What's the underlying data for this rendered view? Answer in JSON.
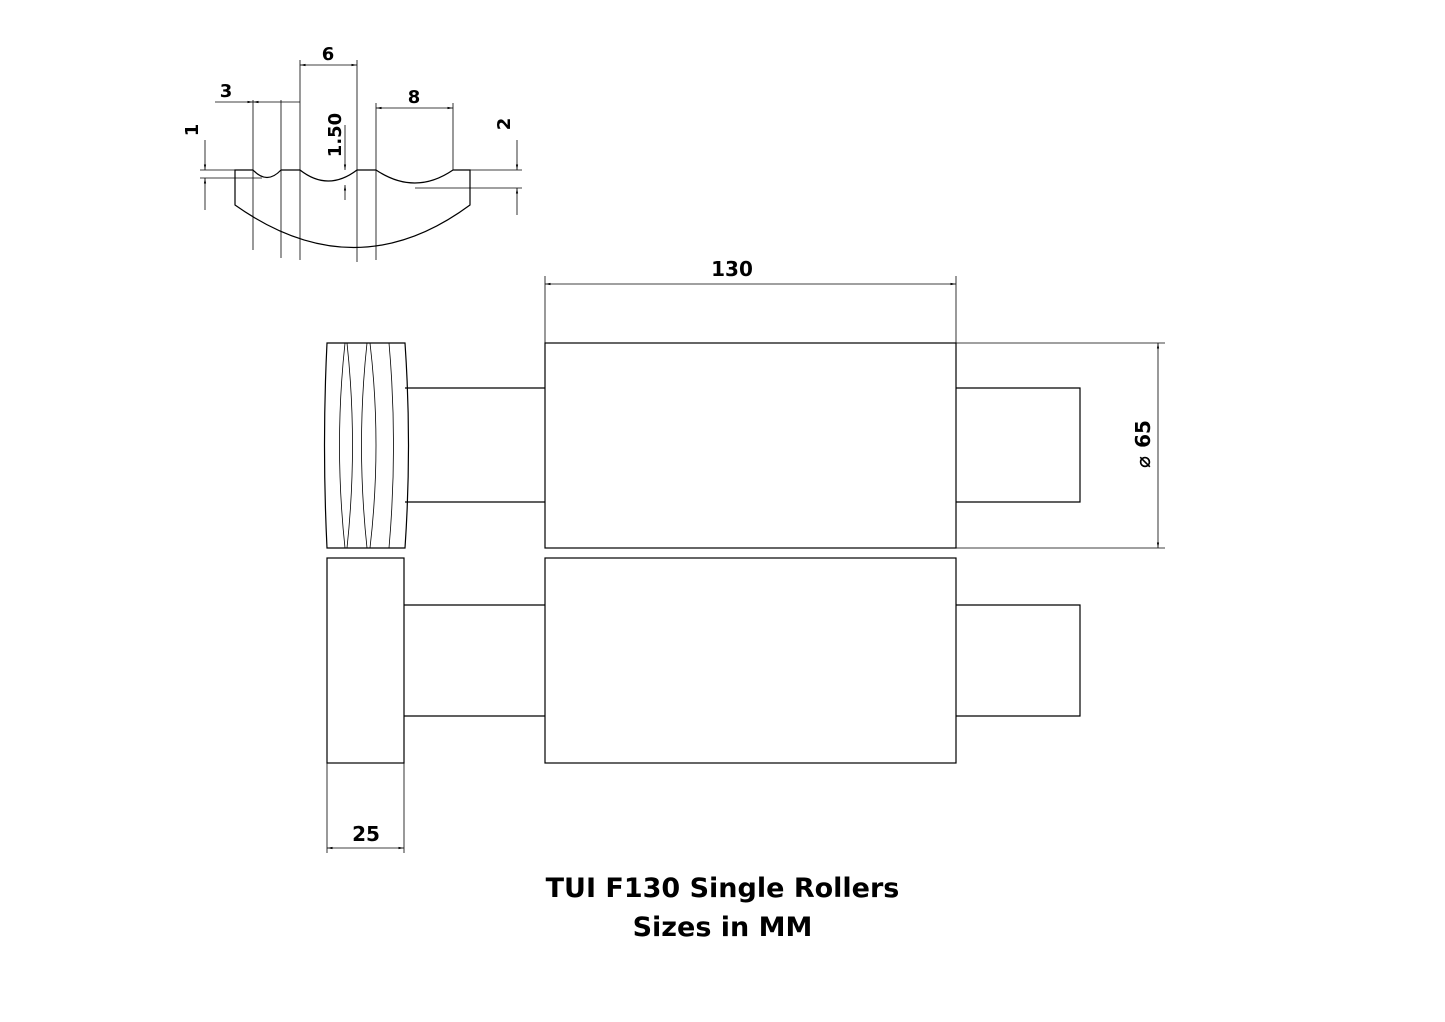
{
  "title": {
    "line1": "TUI F130 Single Rollers",
    "line2": "Sizes in MM"
  },
  "dimensions": {
    "groove_width_a": "6",
    "groove_width_b": "3",
    "groove_width_c": "8",
    "groove_depth_a": "1",
    "groove_depth_b": "1.50",
    "groove_depth_c": "2",
    "roller_length": "130",
    "roller_diameter": "65",
    "roller_diameter_symbol": "⌀",
    "side_roller_width": "25"
  }
}
